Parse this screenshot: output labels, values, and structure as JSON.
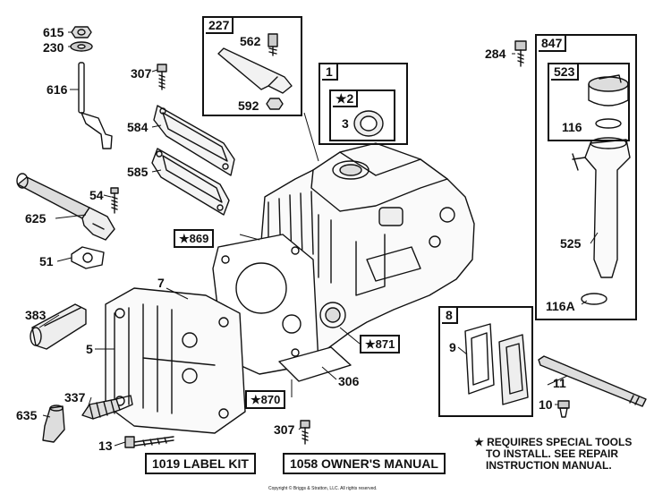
{
  "parts": {
    "p615": "615",
    "p230": "230",
    "p616": "616",
    "p307a": "307",
    "p584": "584",
    "p585": "585",
    "p227": "227",
    "p562": "562",
    "p592": "592",
    "p1": "1",
    "p2": "★2",
    "p3": "3",
    "p284": "284",
    "p847": "847",
    "p523": "523",
    "p116": "116",
    "p525": "525",
    "p116a": "116A",
    "p625": "625",
    "p54": "54",
    "p51": "51",
    "p869": "★869",
    "p7": "7",
    "p383": "383",
    "p5": "5",
    "p337": "337",
    "p635": "635",
    "p13": "13",
    "p871": "★871",
    "p870": "★870",
    "p306": "306",
    "p307b": "307",
    "p8": "8",
    "p9": "9",
    "p11": "11",
    "p10": "10"
  },
  "kits": {
    "label_kit": "1019 LABEL KIT",
    "owners_manual": "1058 OWNER'S MANUAL"
  },
  "note": {
    "line1": "★ REQUIRES SPECIAL TOOLS",
    "line2": "TO INSTALL.  SEE REPAIR",
    "line3": "INSTRUCTION MANUAL."
  },
  "copyright": "Copyright © Briggs & Stratton, LLC. All rights reserved."
}
